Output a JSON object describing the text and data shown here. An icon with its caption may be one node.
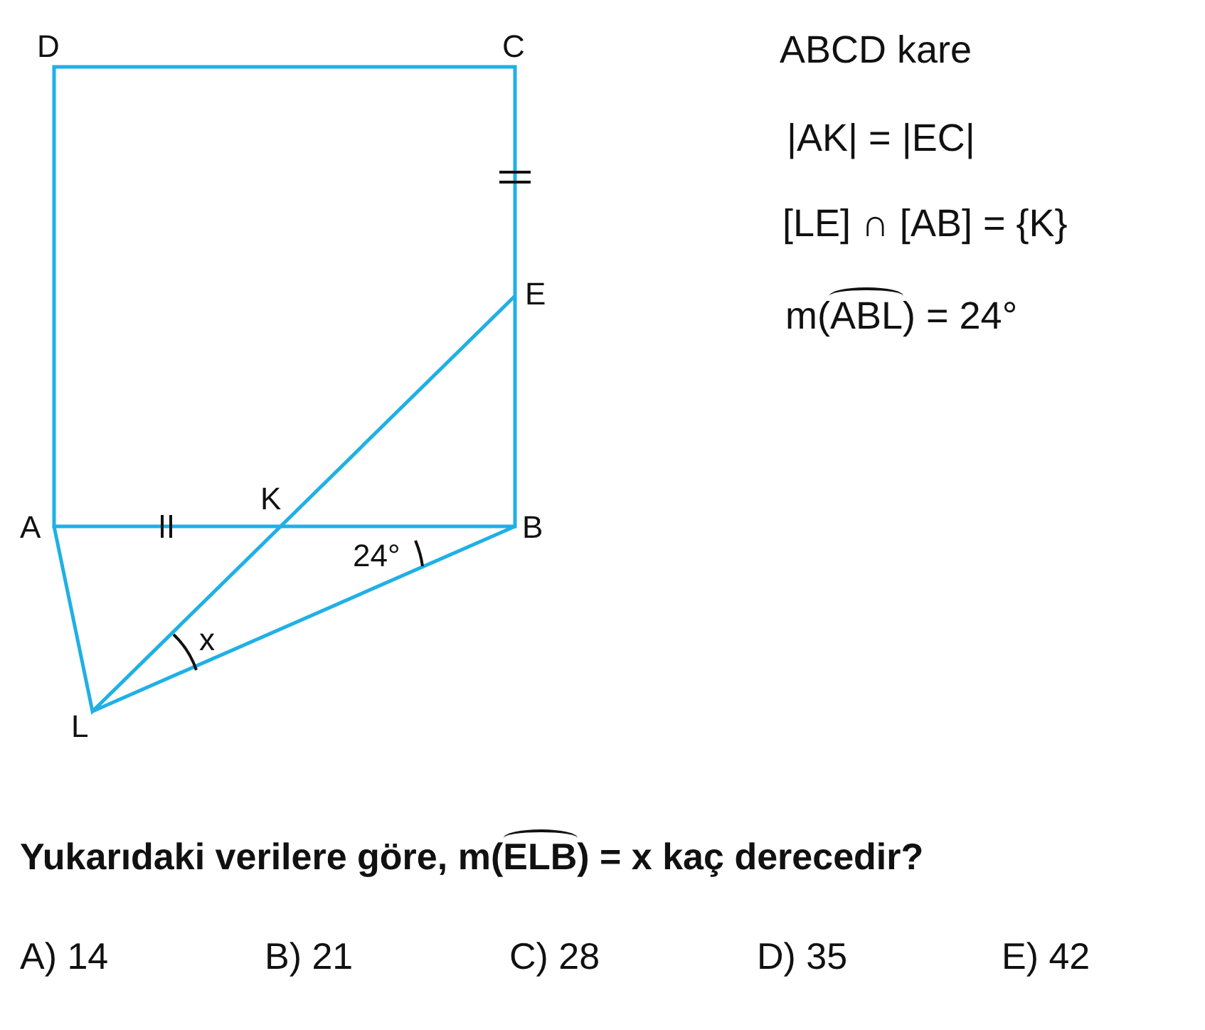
{
  "diagram": {
    "labels": [
      "D",
      "C",
      "ABCD kare",
      "|AK| = |EC|",
      "[LE] ∩ [AB] = {K}",
      "m(ABL) = 24°",
      "E",
      "K",
      "A",
      "B",
      "24°",
      "x",
      "L",
      "Yukarıdaki verilere göre, m(ELB) = x kaç derecedir?",
      "A) 14",
      "B) 21",
      "C) 28",
      "D) 35",
      "E) 42"
    ]
  }
}
